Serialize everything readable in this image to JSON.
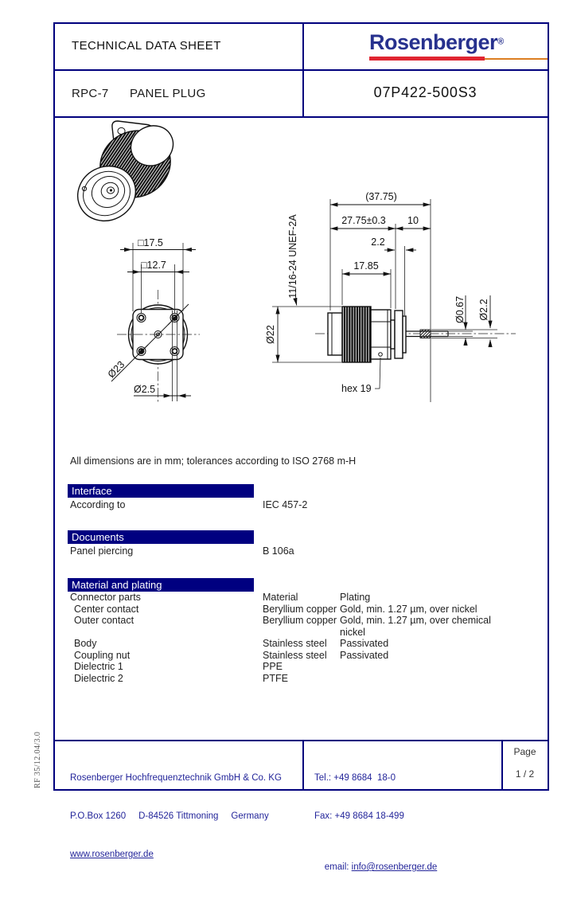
{
  "header": {
    "title": "TECHNICAL DATA SHEET",
    "series": "RPC-7",
    "product_type": "PANEL PLUG",
    "part_number": "07P422-500S3",
    "logo_text": "Rosenberger",
    "logo_reg": "®",
    "colors": {
      "border_navy": "#00007d",
      "section_navy": "#000080",
      "logo_blue": "#27318e",
      "logo_red": "#e02531",
      "logo_orange": "#dc7e21"
    }
  },
  "drawing": {
    "front_view": {
      "flange_square": "□17.5",
      "hole_pattern_square": "□12.7",
      "flange_diameter": "Ø23",
      "mounting_hole_diameter": "Ø2.5"
    },
    "side_view": {
      "overall_length": "(37.75)",
      "body_length": "27.75±0.3",
      "rear_length": "10",
      "flange_thickness": "2.2",
      "nut_length": "17.85",
      "thread": "11/16-24 UNEF-2A",
      "body_diameter": "Ø22",
      "pin_diameter": "Ø0.67",
      "insulator_diameter": "Ø2.2",
      "hex_label": "hex 19"
    }
  },
  "note": "All dimensions are in mm; tolerances according to ISO 2768 m-H",
  "sections": {
    "interface": {
      "title": "Interface",
      "row": {
        "label": "According to",
        "value": "IEC 457-2"
      }
    },
    "documents": {
      "title": "Documents",
      "row": {
        "label": "Panel piercing",
        "value": "B 106a"
      }
    },
    "material": {
      "title": "Material and plating",
      "col1": "Connector parts",
      "col2": "Material",
      "col3": "Plating",
      "rows": [
        {
          "part": "Center contact",
          "material": "Beryllium copper",
          "plating": "Gold, min. 1.27 µm, over nickel"
        },
        {
          "part": "Outer contact",
          "material": "Beryllium copper",
          "plating": "Gold, min. 1.27 µm, over chemical nickel"
        },
        {
          "part": "Body",
          "material": "Stainless steel",
          "plating": "Passivated"
        },
        {
          "part": "Coupling nut",
          "material": "Stainless steel",
          "plating": "Passivated"
        },
        {
          "part": "Dielectric 1",
          "material": "PPE",
          "plating": ""
        },
        {
          "part": "Dielectric 2",
          "material": "PTFE",
          "plating": ""
        }
      ]
    }
  },
  "footer": {
    "company": "Rosenberger Hochfrequenztechnik GmbH & Co. KG",
    "address": "P.O.Box 1260     D-84526 Tittmoning     Germany",
    "website": "www.rosenberger.de",
    "tel": "Tel.: +49 8684  18-0",
    "fax": "Fax: +49 8684 18-499",
    "email_label": "email: ",
    "email": "info@rosenberger.de",
    "page_label": "Page",
    "page_number": "1 / 2"
  },
  "side_label": "RF 35/12.04/3.0"
}
